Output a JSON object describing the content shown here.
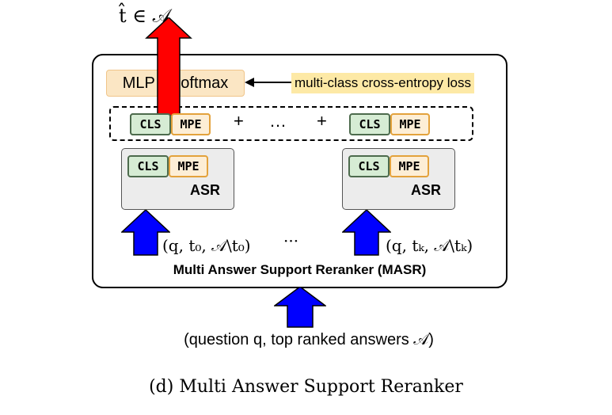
{
  "output": {
    "label": "t̂ ∈ 𝒜"
  },
  "masr": {
    "title": "Multi Answer Support Reranker (MASR)",
    "mlp_label": "MLP + softmax",
    "loss_label": "multi-class cross-entropy loss",
    "cls": "CLS",
    "mpe": "MPE",
    "plus": "+",
    "dots": "…",
    "asr_label": "ASR",
    "input_left": "(q, t₀, 𝒜\\t₀)",
    "input_dots": "···",
    "input_right": "(q, tₖ, 𝒜\\tₖ)"
  },
  "bottom_input": "(question q, top ranked answers 𝒜)",
  "caption": "(d) Multi Answer Support Reranker",
  "colors": {
    "up_arrow": "#ff0000",
    "input_arrow": "#0000ff",
    "mlp_fill": "#fbe6c4",
    "loss_highlight": "#fde9a6"
  }
}
